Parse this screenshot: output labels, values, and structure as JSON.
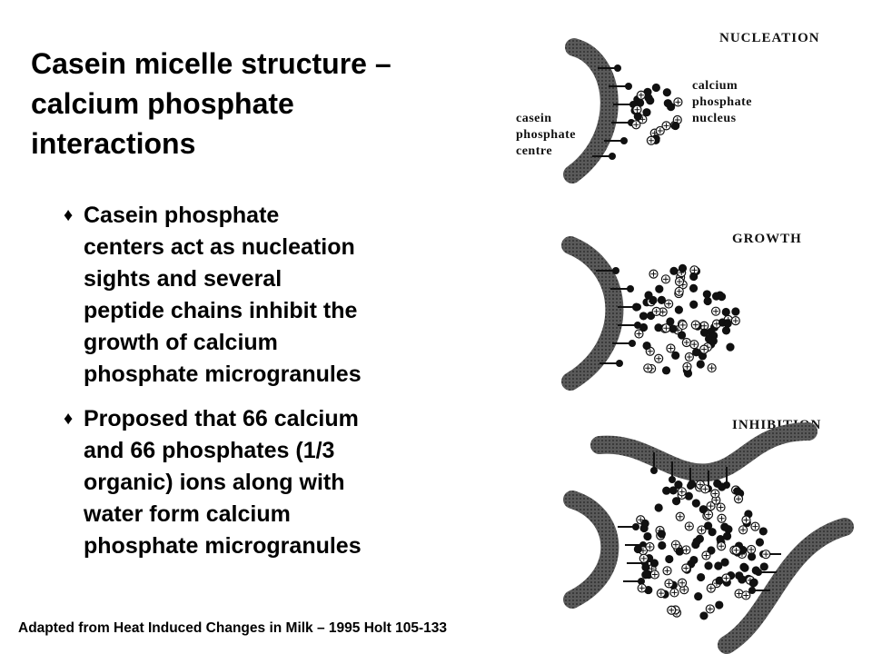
{
  "slide": {
    "title_line1": "Casein micelle structure –",
    "title_line2": "calcium phosphate",
    "title_line3": "interactions",
    "bullet_glyph": "♦",
    "bullets": [
      {
        "lines": [
          "Casein phosphate",
          "centers act as nucleation",
          "sights and several",
          "peptide chains inhibit the",
          "growth of calcium",
          "phosphate microgranules"
        ]
      },
      {
        "lines": [
          "Proposed that 66 calcium",
          "and 66 phosphates (1/3",
          "organic) ions along with",
          "water form calcium",
          "phosphate microgranules"
        ]
      }
    ],
    "caption": "Adapted from Heat Induced Changes in Milk  – 1995 Holt 105-133"
  },
  "diagram": {
    "stages": {
      "nucleation": "NUCLEATION",
      "growth": "GROWTH",
      "inhibition": "INHIBITION"
    },
    "labels": {
      "casein": [
        "casein",
        "phosphate",
        "centre"
      ],
      "nucleus": [
        "calcium",
        "phosphate",
        "nucleus"
      ]
    },
    "colors": {
      "chain": "#555555",
      "ion_dark": "#111111",
      "ion_light": "#ffffff"
    }
  }
}
